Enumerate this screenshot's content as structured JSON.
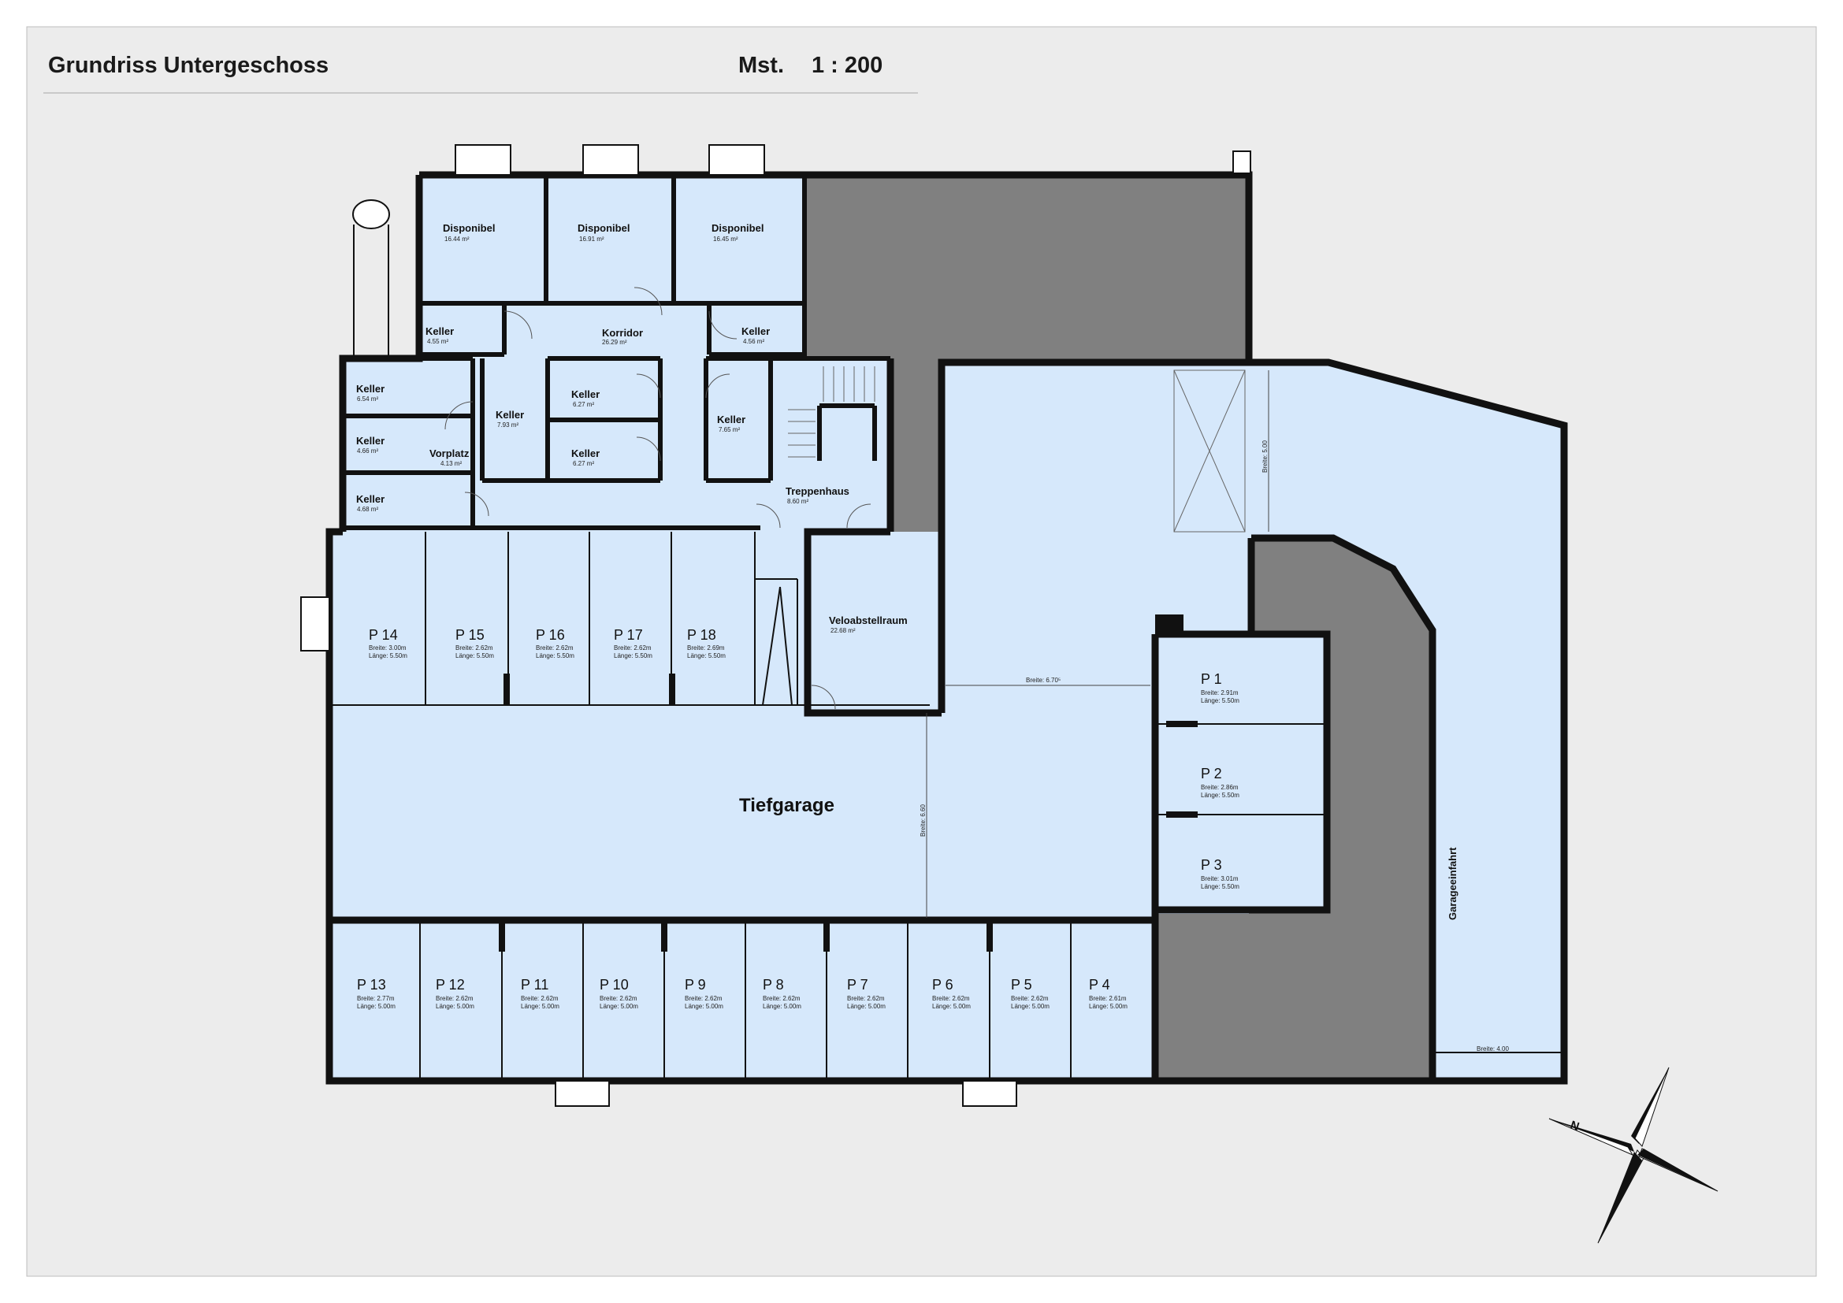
{
  "header": {
    "title": "Grundriss Untergeschoss",
    "scale_label": "Mst.",
    "scale_value": "1 : 200"
  },
  "colors": {
    "room_fill": "#d6e8fb",
    "wall": "#111111",
    "solid": "#808080",
    "paper": "#ececec"
  },
  "rooms": {
    "disp1": {
      "name": "Disponibel",
      "area": "16.44 m²"
    },
    "disp2": {
      "name": "Disponibel",
      "area": "16.91 m²"
    },
    "disp3": {
      "name": "Disponibel",
      "area": "16.45 m²"
    },
    "keller_a": {
      "name": "Keller",
      "area": "4.55 m²"
    },
    "korridor": {
      "name": "Korridor",
      "area": "26.29 m²"
    },
    "keller_b": {
      "name": "Keller",
      "area": "4.56 m²"
    },
    "keller_c": {
      "name": "Keller",
      "area": "6.54 m²"
    },
    "keller_d": {
      "name": "Keller",
      "area": "4.66 m²"
    },
    "keller_e": {
      "name": "Keller",
      "area": "4.68 m²"
    },
    "vorplatz": {
      "name": "Vorplatz",
      "area": "4.13 m²"
    },
    "keller_f": {
      "name": "Keller",
      "area": "7.93 m²"
    },
    "keller_g": {
      "name": "Keller",
      "area": "6.27 m²"
    },
    "keller_h": {
      "name": "Keller",
      "area": "6.27 m²"
    },
    "keller_i": {
      "name": "Keller",
      "area": "7.65 m²"
    },
    "treppenhaus": {
      "name": "Treppenhaus",
      "area": "8.60 m²"
    },
    "velo": {
      "name": "Veloabstellraum",
      "area": "22.68 m²"
    },
    "tiefgarage": {
      "name": "Tiefgarage"
    }
  },
  "parking_top": [
    {
      "label": "P 14",
      "breite": "Breite:  3.00m",
      "laenge": "Länge:  5.50m"
    },
    {
      "label": "P 15",
      "breite": "Breite:  2.62m",
      "laenge": "Länge:  5.50m"
    },
    {
      "label": "P 16",
      "breite": "Breite:  2.62m",
      "laenge": "Länge:  5.50m"
    },
    {
      "label": "P 17",
      "breite": "Breite:  2.62m",
      "laenge": "Länge:  5.50m"
    },
    {
      "label": "P 18",
      "breite": "Breite:  2.69m",
      "laenge": "Länge:  5.50m"
    }
  ],
  "parking_bottom": [
    {
      "label": "P 13",
      "breite": "Breite:  2.77m",
      "laenge": "Länge:  5.00m"
    },
    {
      "label": "P 12",
      "breite": "Breite:  2.62m",
      "laenge": "Länge:  5.00m"
    },
    {
      "label": "P 11",
      "breite": "Breite:  2.62m",
      "laenge": "Länge:  5.00m"
    },
    {
      "label": "P 10",
      "breite": "Breite:  2.62m",
      "laenge": "Länge:  5.00m"
    },
    {
      "label": "P 9",
      "breite": "Breite:  2.62m",
      "laenge": "Länge:  5.00m"
    },
    {
      "label": "P 8",
      "breite": "Breite:  2.62m",
      "laenge": "Länge:  5.00m"
    },
    {
      "label": "P 7",
      "breite": "Breite:  2.62m",
      "laenge": "Länge:  5.00m"
    },
    {
      "label": "P 6",
      "breite": "Breite:  2.62m",
      "laenge": "Länge:  5.00m"
    },
    {
      "label": "P 5",
      "breite": "Breite:  2.62m",
      "laenge": "Länge:  5.00m"
    },
    {
      "label": "P 4",
      "breite": "Breite:  2.61m",
      "laenge": "Länge:  5.00m"
    }
  ],
  "parking_right": [
    {
      "label": "P 1",
      "breite": "Breite:  2.91m",
      "laenge": "Länge:  5.50m"
    },
    {
      "label": "P 2",
      "breite": "Breite:  2.86m",
      "laenge": "Länge:  5.50m"
    },
    {
      "label": "P 3",
      "breite": "Breite:  3.01m",
      "laenge": "Länge:  5.50m"
    }
  ],
  "dimensions": {
    "breite_500": "Breite: 5.00",
    "breite_670": "Breite: 6.70⁵",
    "breite_660": "Breite: 6.60",
    "breite_400": "Breite: 4.00"
  },
  "garage_entrance": "Garageeinfahrt",
  "compass": {
    "north": "N"
  }
}
